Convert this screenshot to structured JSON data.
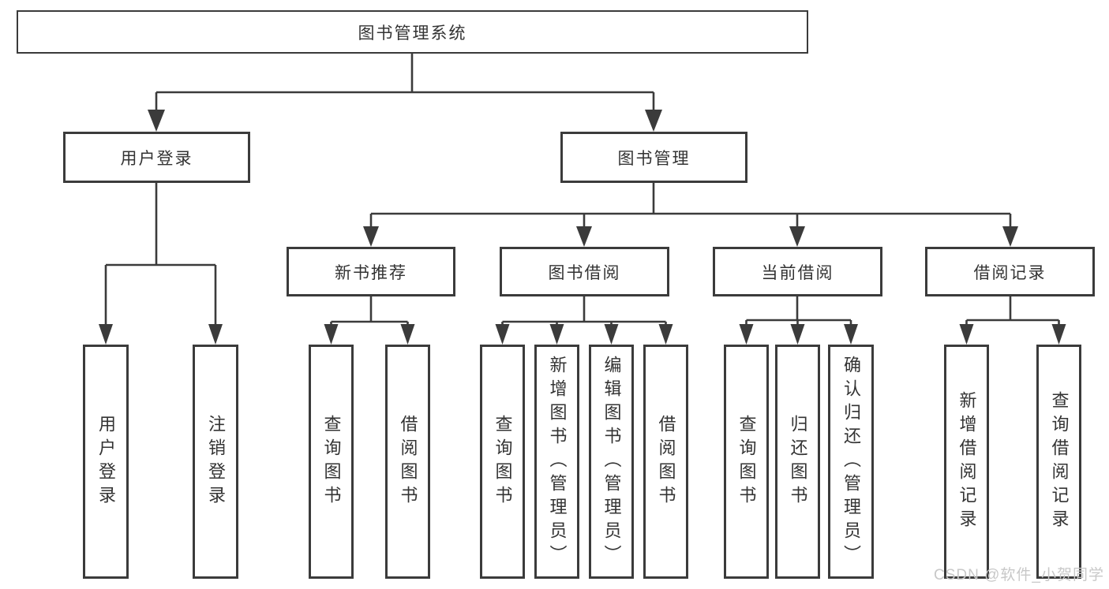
{
  "diagram": {
    "root": {
      "label": "图书管理系统"
    },
    "level2": [
      {
        "label": "用户登录"
      },
      {
        "label": "图书管理"
      }
    ],
    "level3": [
      {
        "label": "新书推荐"
      },
      {
        "label": "图书借阅"
      },
      {
        "label": "当前借阅"
      },
      {
        "label": "借阅记录"
      }
    ],
    "leaves": [
      {
        "label": "用户登录"
      },
      {
        "label": "注销登录"
      },
      {
        "label": "查询图书"
      },
      {
        "label": "借阅图书"
      },
      {
        "label": "查询图书"
      },
      {
        "label": "新增图书（管理员）"
      },
      {
        "label": "编辑图书（管理员）"
      },
      {
        "label": "借阅图书"
      },
      {
        "label": "查询图书"
      },
      {
        "label": "归还图书"
      },
      {
        "label": "确认归还（管理员）"
      },
      {
        "label": "新增借阅记录"
      },
      {
        "label": "查询借阅记录"
      }
    ]
  },
  "watermark": {
    "text": "CSDN @软件_小贺同学"
  },
  "colors": {
    "line": "#3b3b3b",
    "text": "#333333",
    "watermark": "#c8c8c8",
    "background": "#ffffff"
  }
}
